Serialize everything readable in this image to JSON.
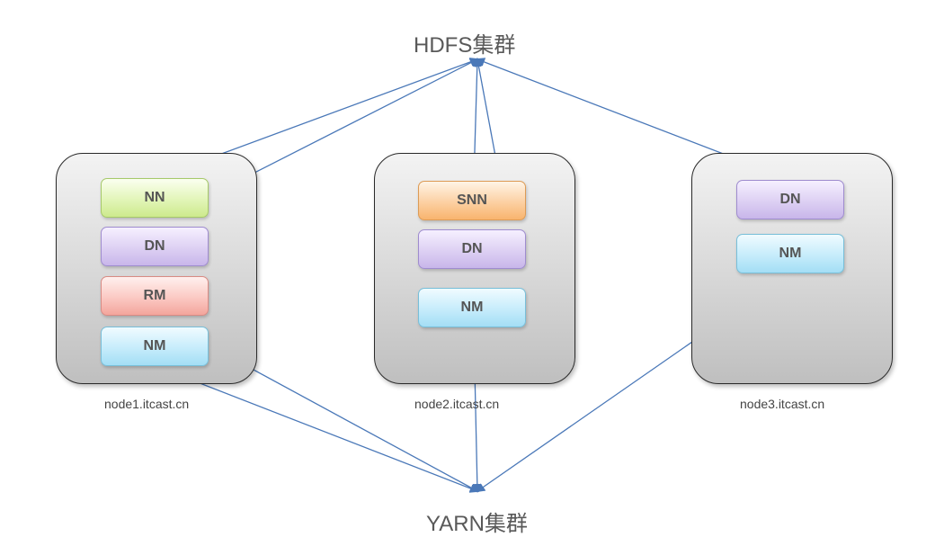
{
  "titles": {
    "hdfs": "HDFS集群",
    "yarn": "YARN集群"
  },
  "nodes": [
    {
      "host": "node1.itcast.cn",
      "services": [
        "NN",
        "DN",
        "RM",
        "NM"
      ]
    },
    {
      "host": "node2.itcast.cn",
      "services": [
        "SNN",
        "DN",
        "NM"
      ]
    },
    {
      "host": "node3.itcast.cn",
      "services": [
        "DN",
        "NM"
      ]
    }
  ],
  "colors": {
    "arrow": "#4a78b8",
    "NN": "#cdea8d",
    "DN": "#c8b6ea",
    "RM": "#f3a59c",
    "NM": "#a3def5",
    "SNN": "#f8b46e"
  }
}
